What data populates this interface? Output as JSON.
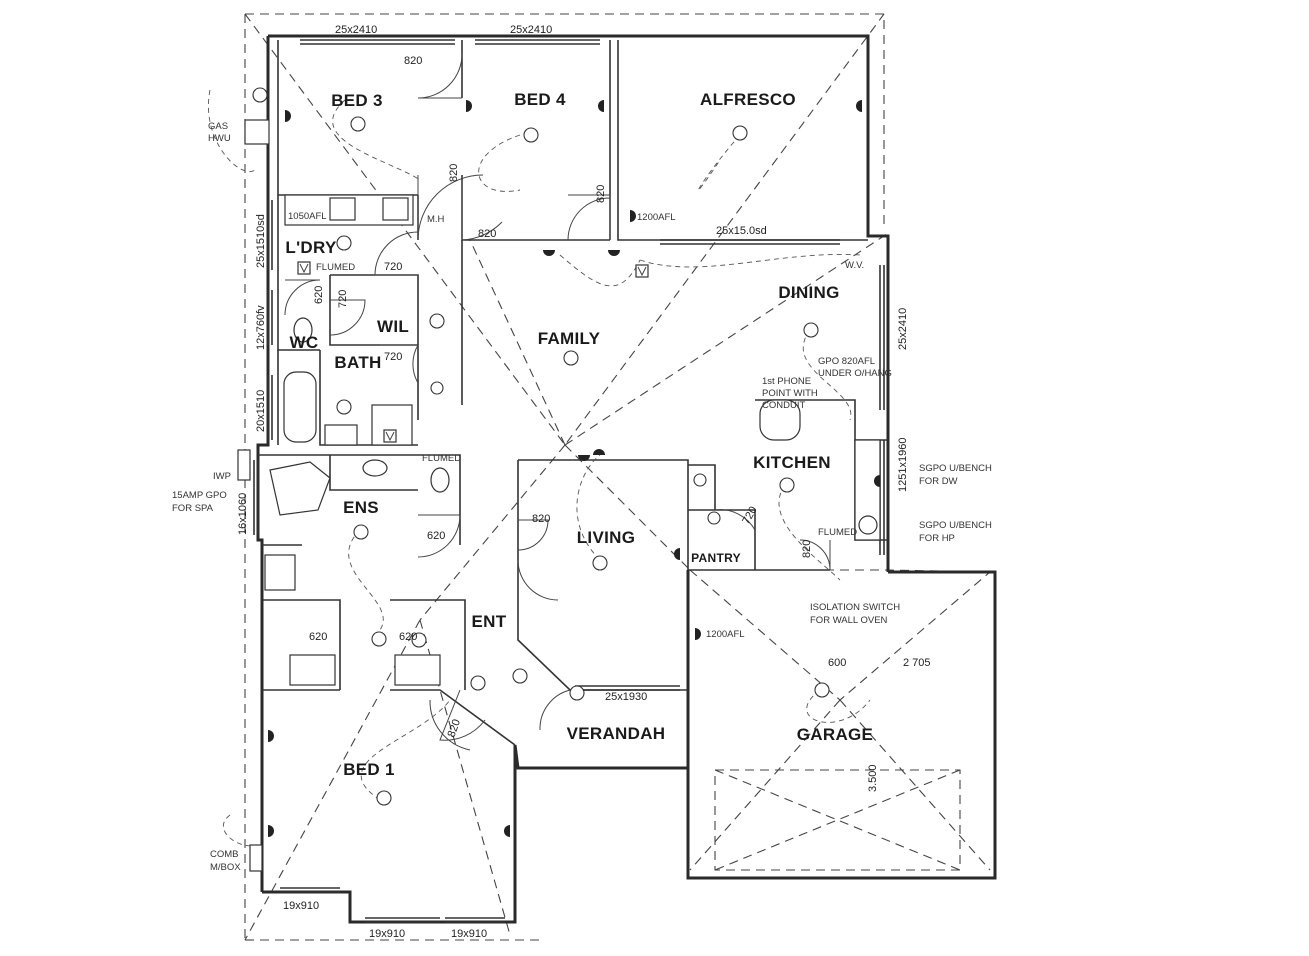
{
  "rooms": {
    "bed3": "BED 3",
    "bed4": "BED 4",
    "alfresco": "ALFRESCO",
    "ldry": "L'DRY",
    "family": "FAMILY",
    "dining": "DINING",
    "wil": "WIL",
    "wc": "WC",
    "bath": "BATH",
    "kitchen": "KITCHEN",
    "ens": "ENS",
    "living": "LIVING",
    "pantry": "PANTRY",
    "ent": "ENT",
    "verandah": "VERANDAH",
    "garage": "GARAGE",
    "bed1": "BED 1"
  },
  "dimensions": {
    "top_left_window": "25x2410",
    "top_mid_window": "25x2410",
    "alfresco_window": "25x15.0sd",
    "dining_right_window": "25x2410",
    "kitchen_right_window": "1251x1960",
    "ldry_window": "25x1510sd",
    "wc_window": "12x760fv",
    "bath_window": "20x1510",
    "ens_window": "16x1060",
    "verandah_window": "25x1930",
    "bottom_left_window": "19x910",
    "bottom_mid_window": "19x910",
    "bottom_right_window": "19x910",
    "garage_width_a": "600",
    "garage_width_b": "2 705",
    "garage_depth": "3.500",
    "door_bed3": "820",
    "door_hall_a": "820",
    "door_hall_b": "820",
    "door_bed4": "820",
    "door_wil_a": "720",
    "door_wil_b": "720",
    "door_wc": "620",
    "door_bath": "720",
    "door_ens": "620",
    "door_ens_b": "620",
    "door_ens_c": "620",
    "door_living": "820",
    "door_pantry": "720",
    "door_kitchen": "820",
    "door_bed1": "820"
  },
  "notes": {
    "mh": "M.H",
    "flumed_ldry": "FLUMED",
    "flumed_bath": "FLUMED",
    "flumed_kitchen": "FLUMED",
    "gpo_1200_alfresco": "1200AFL",
    "gpo_1200_garage": "1200AFL",
    "afl_1050": "1050AFL",
    "wv": "W.V.",
    "gpo_820_line1": "GPO 820AFL",
    "gpo_820_line2": "UNDER O/HANG",
    "phone_line1": "1st PHONE",
    "phone_line2": "POINT WITH",
    "phone_line3": "CONDUIT",
    "sgpo_dw_line1": "SGPO U/BENCH",
    "sgpo_dw_line2": "FOR DW",
    "sgpo_hp_line1": "SGPO U/BENCH",
    "sgpo_hp_line2": "FOR HP",
    "isolation_line1": "ISOLATION SWITCH",
    "isolation_line2": "FOR WALL OVEN",
    "spa_line1": "IWP",
    "spa_line2": "15AMP GPO",
    "spa_line3": "FOR SPA",
    "hwu_line1": "GAS",
    "hwu_line2": "HWU",
    "meter_line1": "COMB",
    "meter_line2": "M/BOX"
  }
}
